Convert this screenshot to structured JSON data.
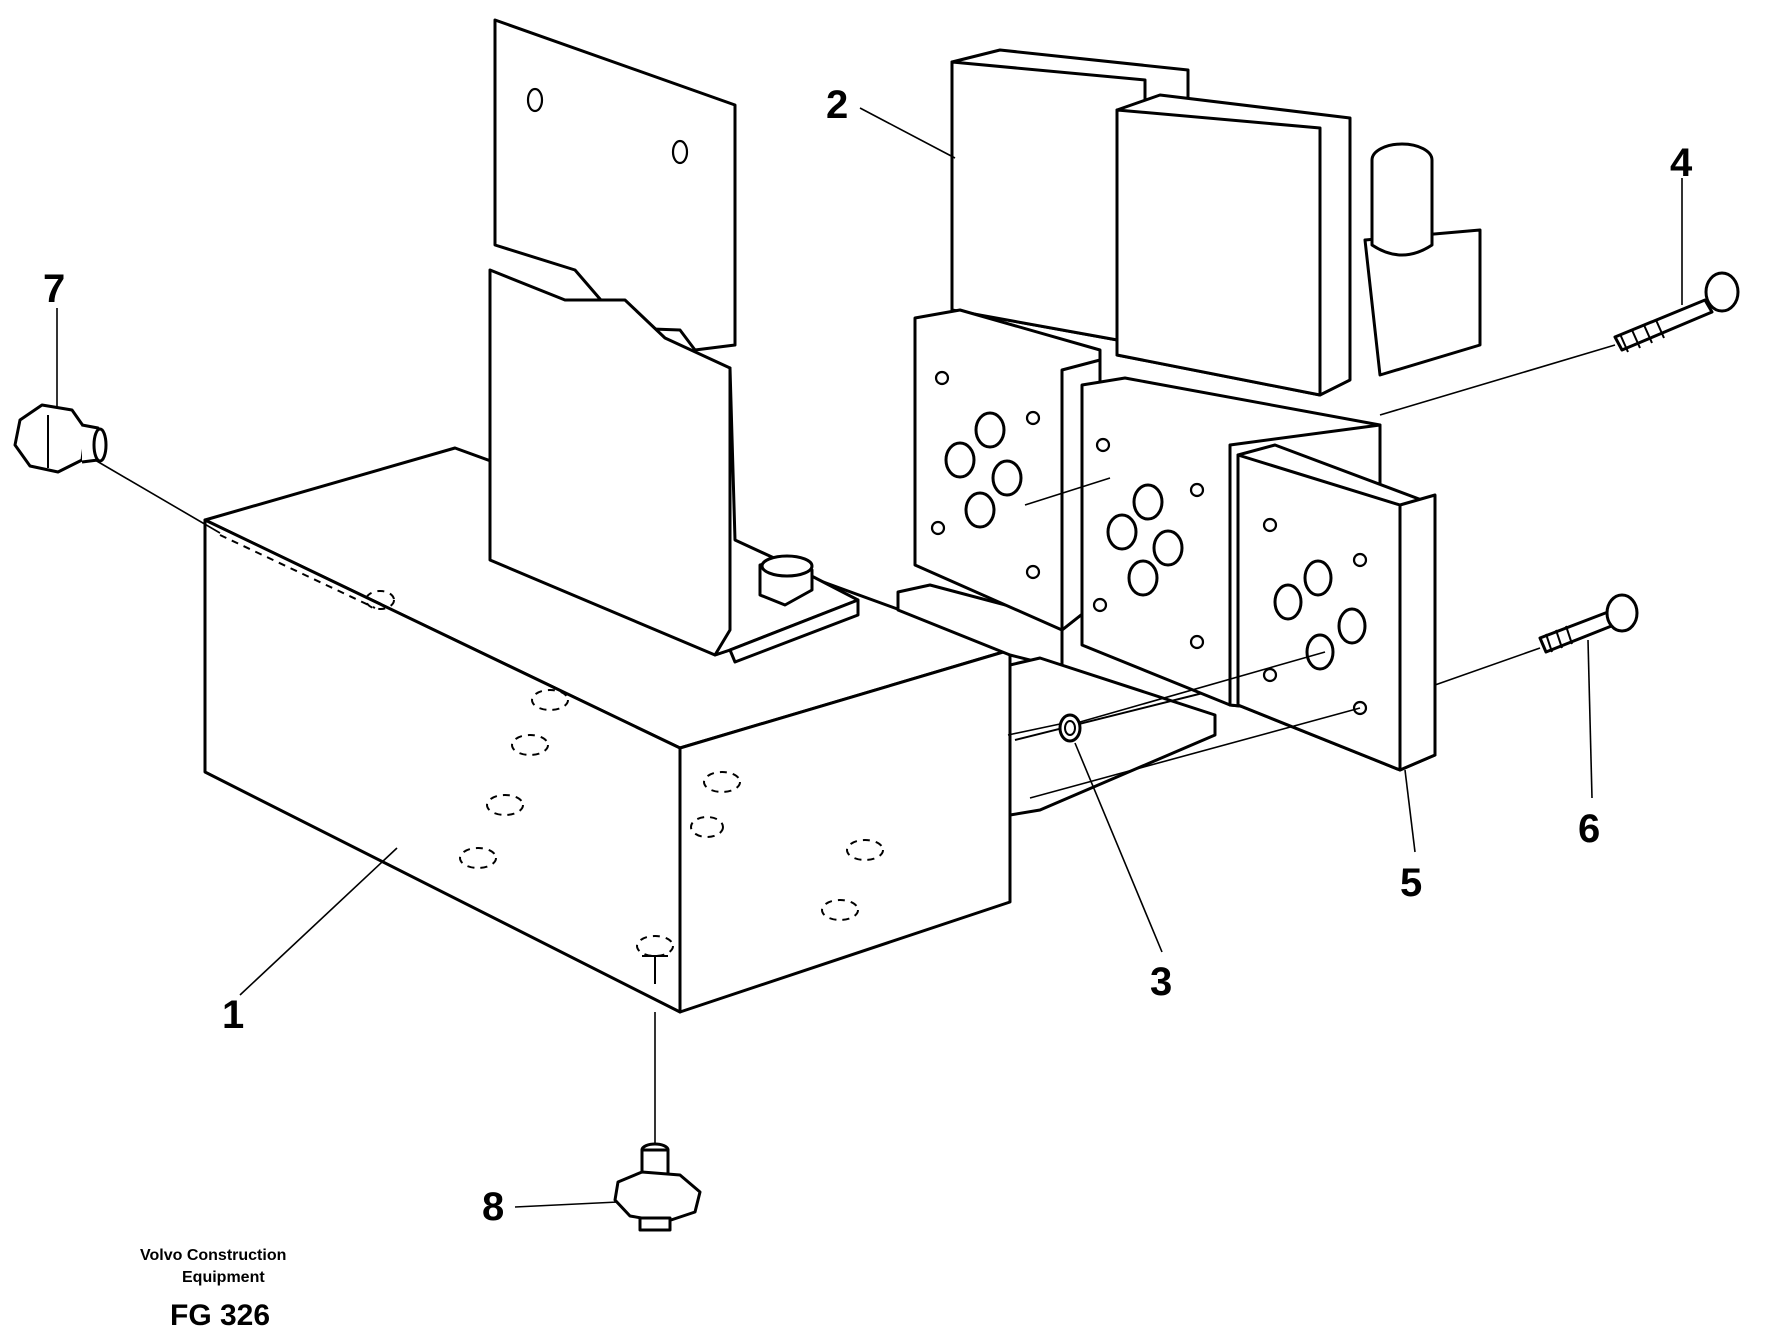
{
  "callouts": [
    "1",
    "2",
    "3",
    "4",
    "5",
    "6",
    "7",
    "8"
  ],
  "footer": {
    "brand_line_1": "Volvo Construction",
    "brand_line_2": "Equipment",
    "figure_code": "FG 326"
  }
}
